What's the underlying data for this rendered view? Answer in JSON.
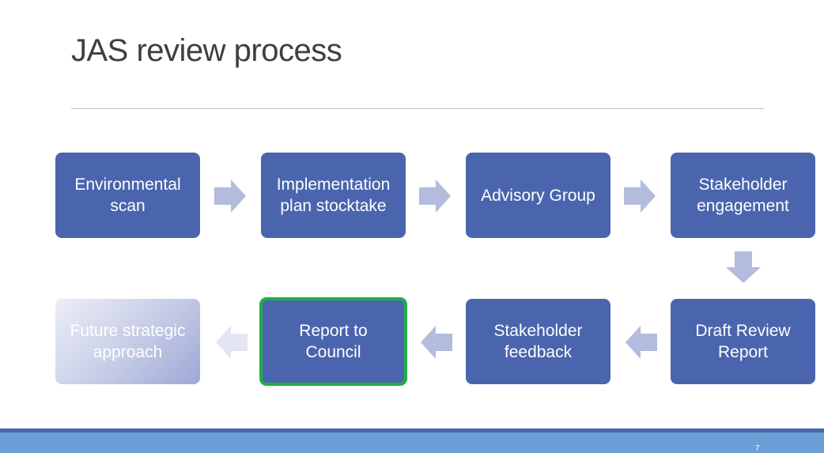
{
  "slide": {
    "title": "JAS review process",
    "page_number": "7"
  },
  "process": {
    "steps": [
      {
        "label": "Environmental\nscan"
      },
      {
        "label": "Implementation\nplan stocktake"
      },
      {
        "label": "Advisory Group"
      },
      {
        "label": "Stakeholder\nengagement"
      },
      {
        "label": "Draft Review\nReport"
      },
      {
        "label": "Stakeholder\nfeedback"
      },
      {
        "label": "Report to\nCouncil",
        "state": "highlighted"
      },
      {
        "label": "Future strategic\napproach",
        "state": "faded"
      }
    ]
  },
  "colors": {
    "box_fill": "#4a65ad",
    "box_text": "#ffffff",
    "arrow_fill": "#b3bcdc",
    "highlight_border": "#1fae47",
    "footer_band": "#6d9fd7"
  }
}
